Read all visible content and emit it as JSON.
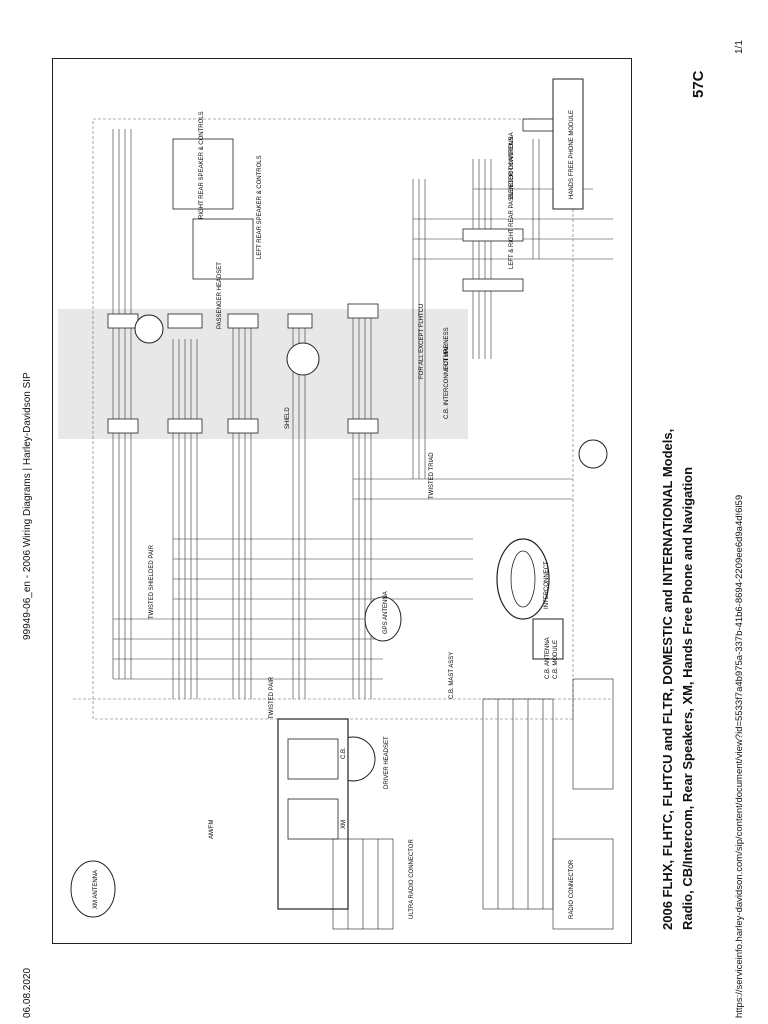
{
  "header": {
    "date": "06.08.2020",
    "doc_title": "99949-06_en - 2006 Wiring Diagrams | Harley-Davidson SIP",
    "page_count": "1/1"
  },
  "footer": {
    "url": "https://serviceinfo.harley-davidson.com/sip/content/document/view?id=5533f7a4b975a-337b-41b6-8694-2209ee6d9a4d!6l59"
  },
  "diagram": {
    "title_line1": "2006 FLHX, FLHTC, FLHTCU and FLTR, DOMESTIC and INTERNATIONAL Models,",
    "title_line2": "Radio, CB/Intercom, Rear Speakers, XM, Hands Free Phone and Navigation",
    "page_code": "57C",
    "labels": {
      "passenger_headset": "PASSENGER HEADSET",
      "driver_headset": "DRIVER HEADSET",
      "right_rear": "RIGHT REAR SPEAKER & CONTROLS",
      "left_rear": "LEFT REAR SPEAKER & CONTROLS",
      "left_right_rear": "LEFT & RIGHT REAR PASSENGER CONTROLS",
      "xm_antenna": "XM ANTENNA",
      "gps_antenna": "GPS ANTENNA",
      "cb_antenna": "C.B. ANTENNA",
      "cb_module": "C.B. MODULE",
      "cb_mast_assy": "C.B. MAST ASSY",
      "ultra_radio_connector": "ULTRA RADIO CONNECTOR",
      "radio_connector": "RADIO CONNECTOR",
      "interconnect": "INTERCONNECT",
      "twisted_shielded_pair": "TWISTED SHIELDED PAIR",
      "twisted_pair": "TWISTED PAIR",
      "twisted_triad": "TWISTED TRIAD",
      "future": "FUTURE",
      "bluetooth_antenna": "BLUETOOTH ANTENNA",
      "hands_free_phone_module": "HANDS FREE PHONE MODULE",
      "xm": "XM",
      "cb": "C.B.",
      "am_fm": "AM/FM",
      "shield": "SHIELD",
      "for_all_except_flhtcu": "FOR ALL EXCEPT FLHTCU",
      "interconnect_harness": "C.B. INTERCONNECT HARNESS"
    }
  }
}
